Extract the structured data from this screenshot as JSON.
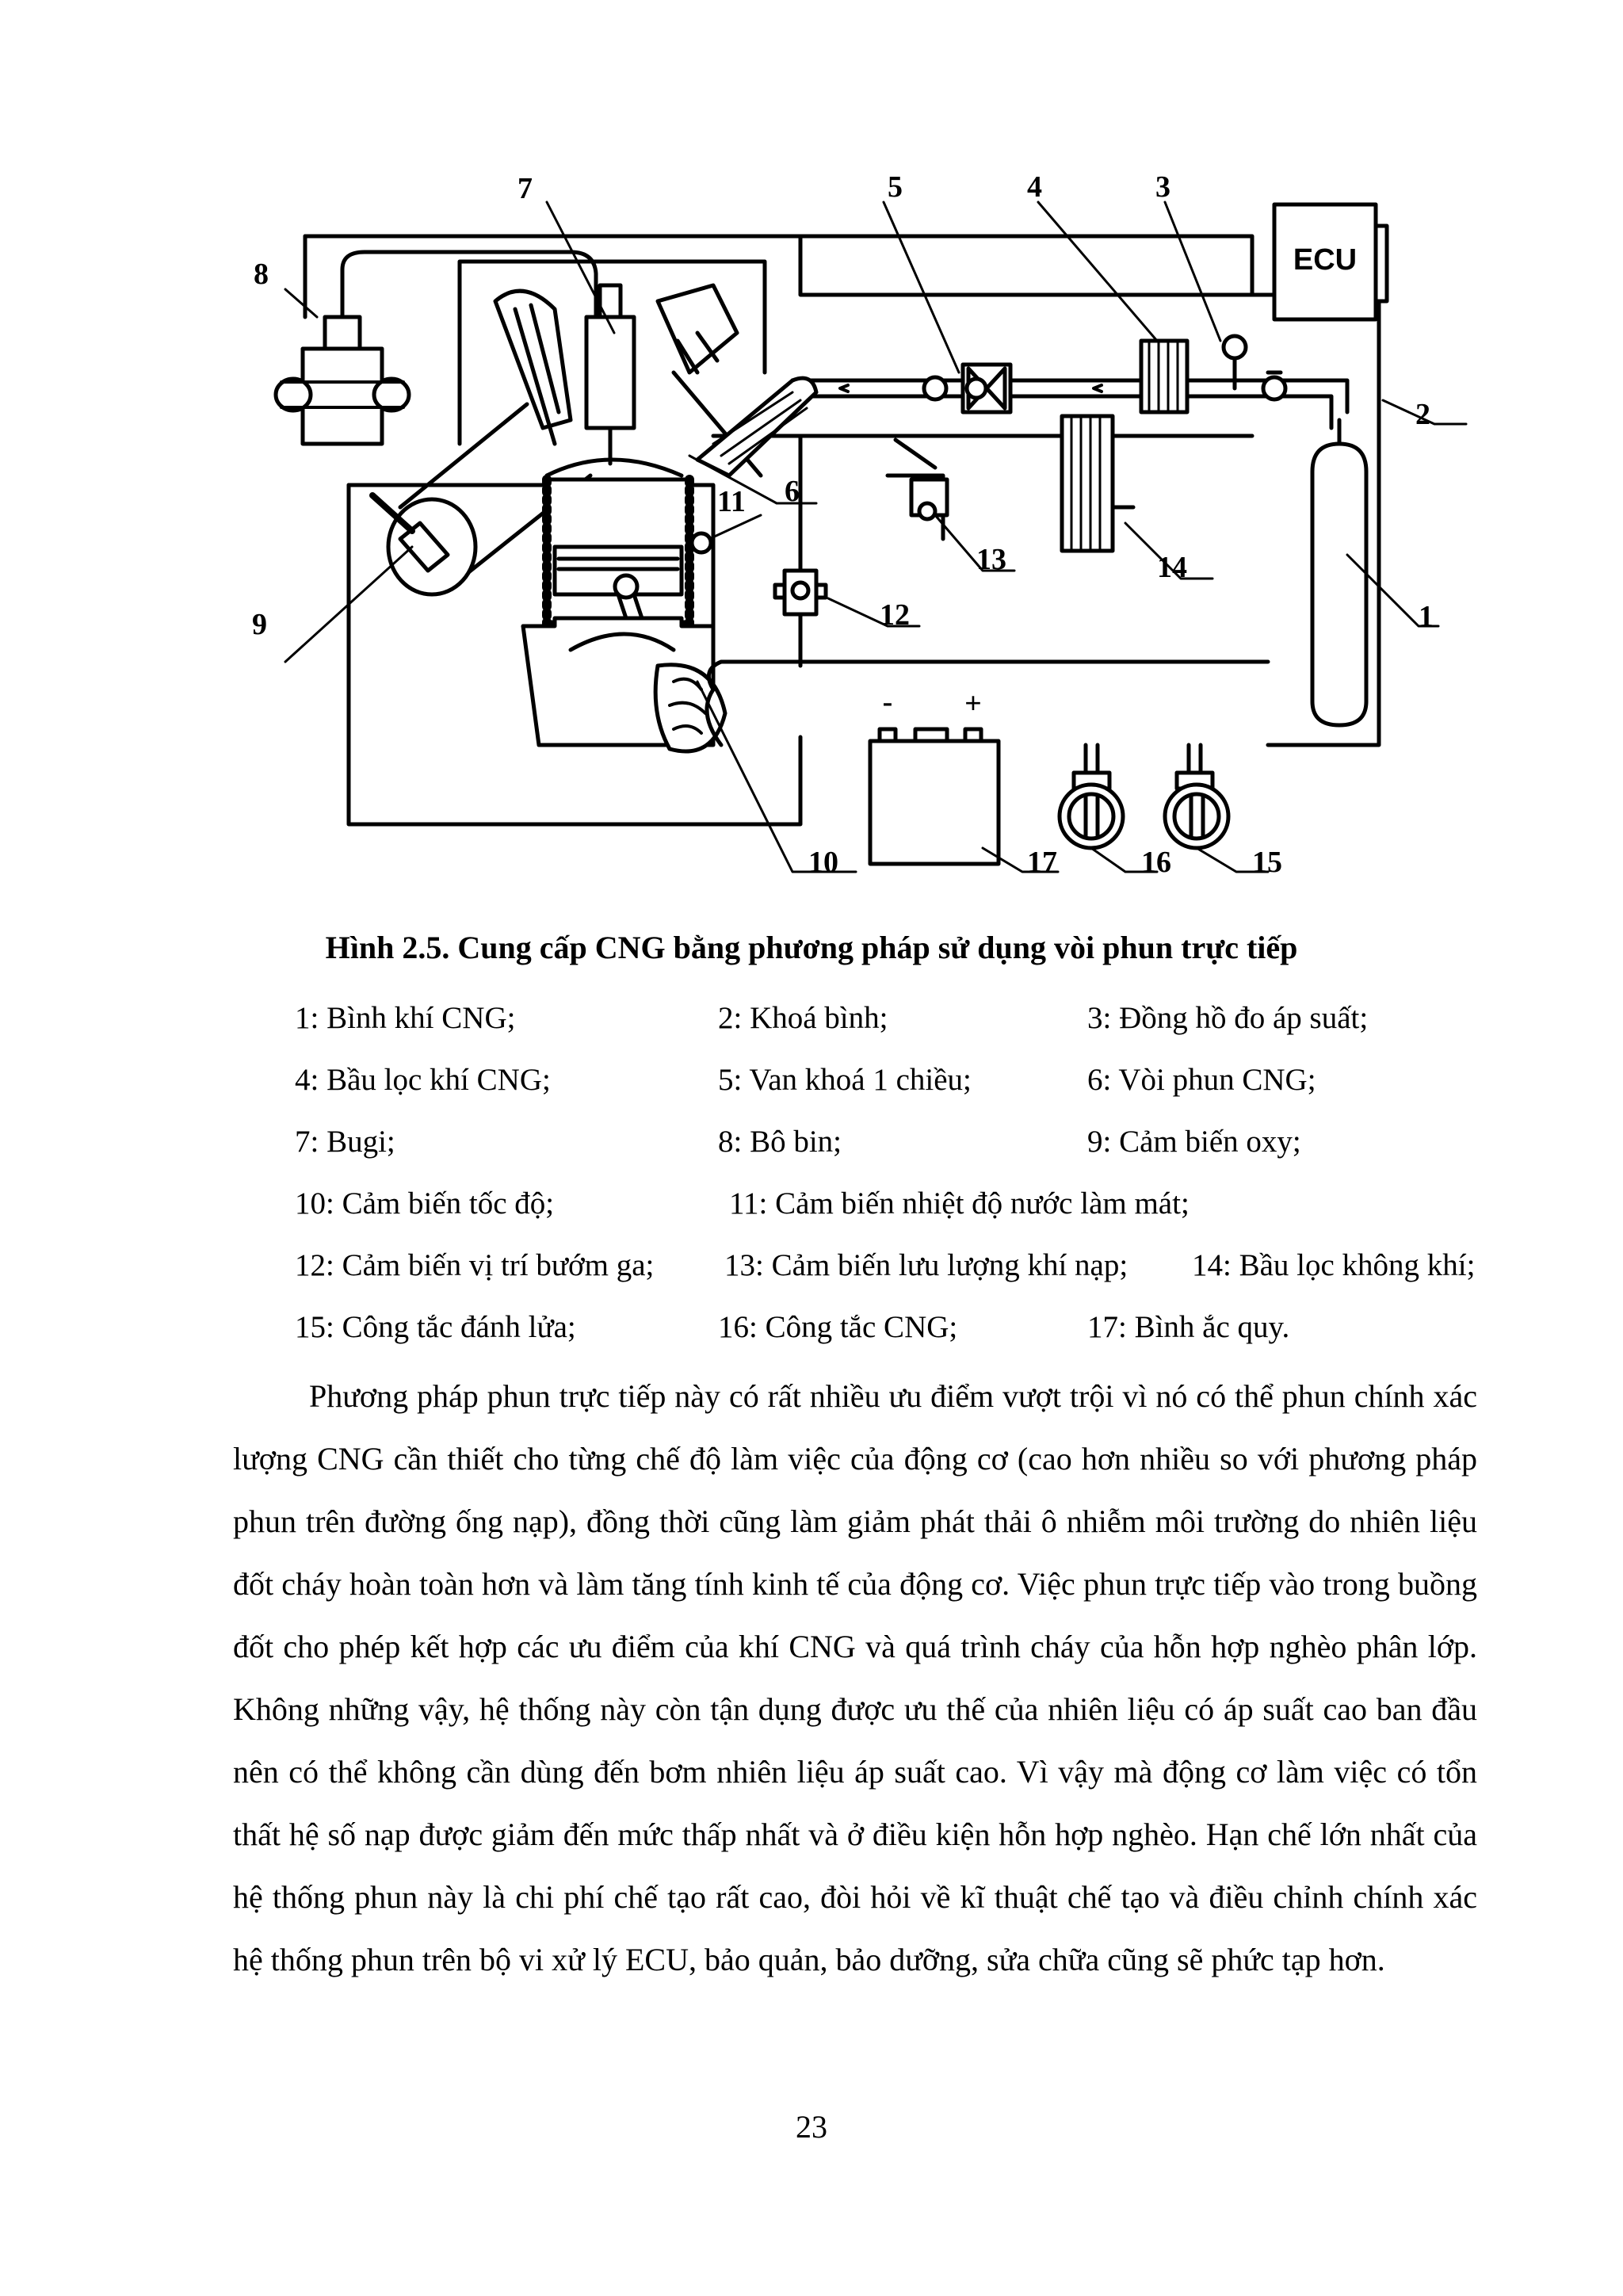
{
  "figure": {
    "ecu_label": "ECU",
    "labels": [
      "1",
      "2",
      "3",
      "4",
      "5",
      "6",
      "7",
      "8",
      "9",
      "10",
      "11",
      "12",
      "13",
      "14",
      "15",
      "16",
      "17"
    ],
    "battery_minus": "-",
    "battery_plus": "+"
  },
  "caption": "Hình 2.5. Cung cấp CNG bằng phương pháp sử dụng vòi phun trực tiếp",
  "legend": [
    [
      "1: Bình khí CNG;",
      "2: Khoá bình;",
      "3: Đồng hồ đo áp suất;"
    ],
    [
      "4: Bầu lọc khí CNG;",
      "5: Van khoá 1 chiều;",
      "6: Vòi phun CNG;"
    ],
    [
      "7: Bugi;",
      "8: Bô bin;",
      "9: Cảm biến oxy;"
    ],
    [
      "10: Cảm biến tốc độ;",
      "11: Cảm biến nhiệt độ nước làm mát;"
    ],
    [
      "12: Cảm biến vị trí bướm ga;",
      "13: Cảm biến lưu lượng khí nạp;",
      "14: Bầu lọc không khí;"
    ],
    [
      "15: Công tắc đánh lửa;",
      "16: Công tắc CNG;",
      "17: Bình ắc quy."
    ]
  ],
  "paragraph": "Phương pháp phun trực tiếp này có rất nhiều ưu điểm vượt trội vì nó có thể phun chính xác lượng CNG cần thiết cho từng chế độ làm việc của động cơ (cao hơn nhiều so với phương pháp phun trên đường ống nạp), đồng thời cũng làm giảm phát thải ô nhiễm môi trường do nhiên liệu đốt cháy hoàn toàn hơn và làm tăng tính kinh tế của động cơ. Việc phun trực tiếp vào trong buồng đốt cho phép kết hợp các ưu điểm của khí CNG và quá trình cháy của hỗn hợp nghèo phân lớp. Không những vậy, hệ thống này còn tận dụng được ưu thế của nhiên liệu có áp suất cao ban đầu nên có thể không cần dùng đến bơm nhiên liệu áp suất cao. Vì vậy mà động cơ làm việc có tổn thất hệ số nạp được giảm đến mức thấp nhất và ở điều kiện hỗn hợp nghèo. Hạn chế lớn nhất của hệ thống phun này là chi phí chế tạo rất cao, đòi hỏi về kĩ thuật chế tạo và điều chỉnh chính xác hệ thống phun trên bộ vi xử lý ECU, bảo quản, bảo dưỡng, sửa chữa cũng sẽ phức tạp hơn.",
  "page_number": "23"
}
